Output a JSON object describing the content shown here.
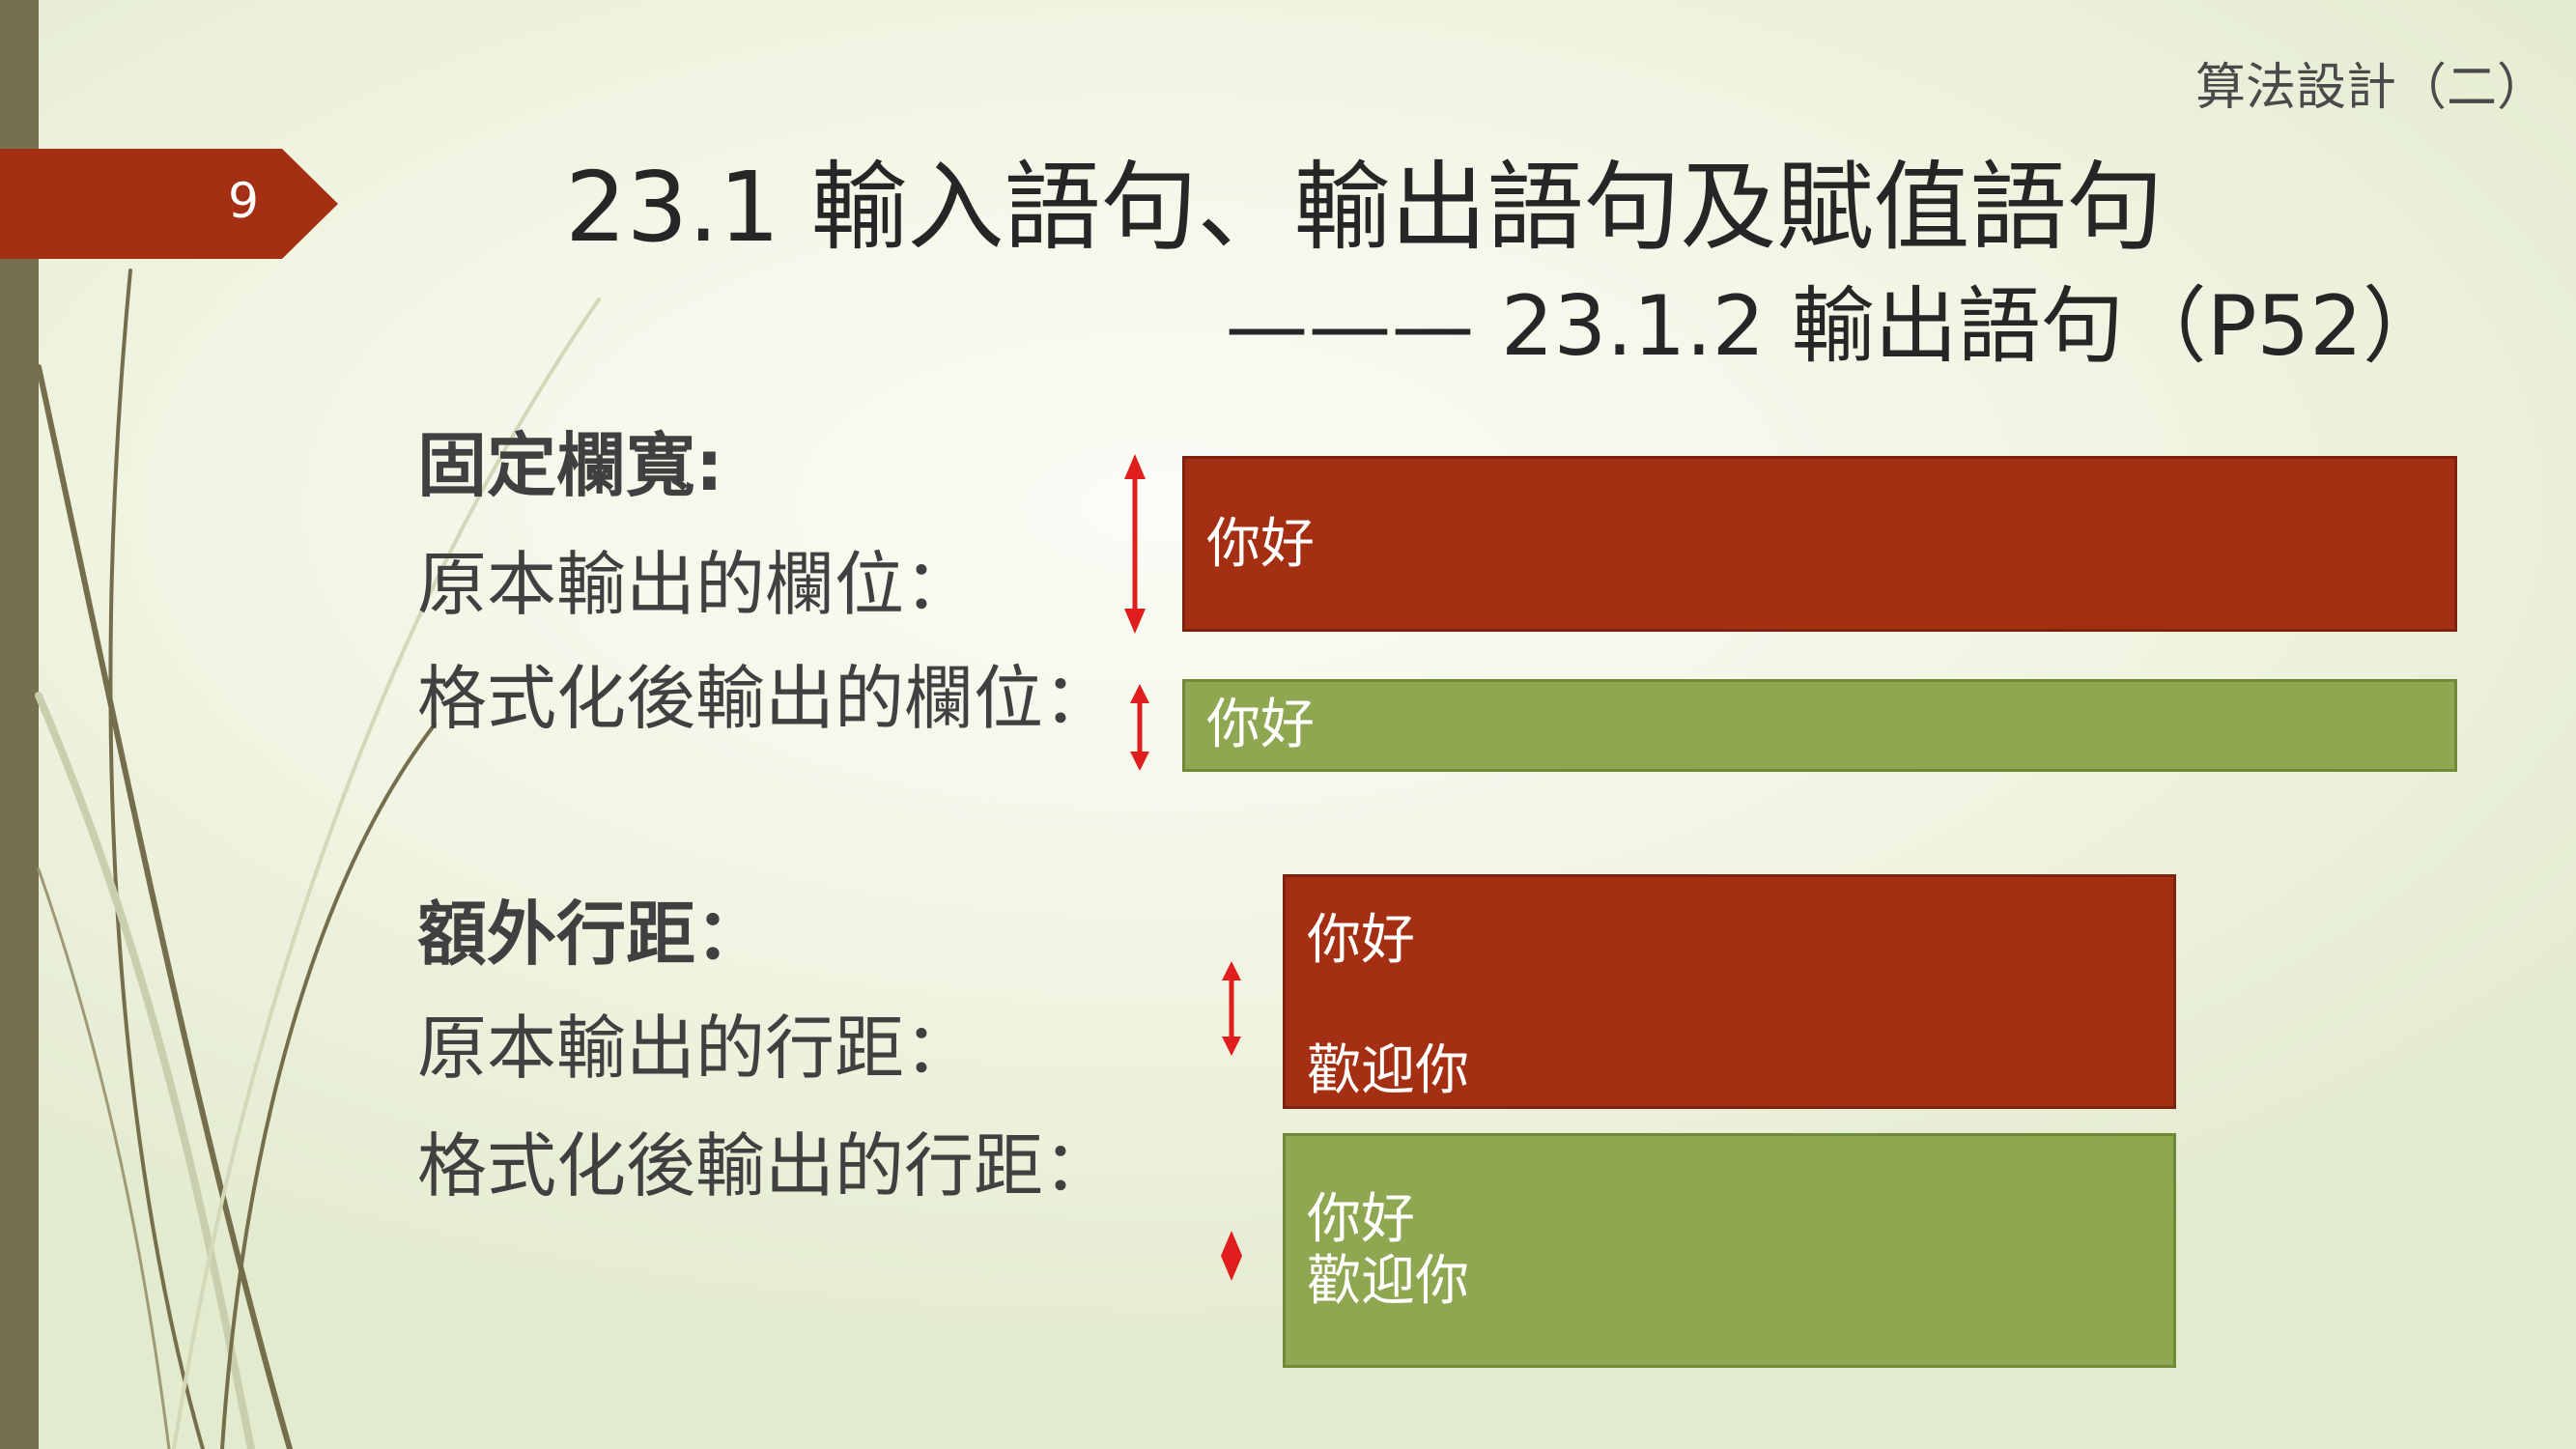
{
  "slide": {
    "number": "9",
    "course": "算法設計（二）",
    "title_line1": "23.1 輸入語句、輸出語句及賦值語句",
    "title_line2": "——— 23.1.2 輸出語句（P52）"
  },
  "fixed_width": {
    "heading": "固定欄寬:",
    "original_label": "原本輸出的欄位：",
    "formatted_label": "格式化後輸出的欄位：",
    "original_box_text": "你好",
    "formatted_box_text": "你好"
  },
  "line_spacing": {
    "heading": "額外行距：",
    "original_label": "原本輸出的行距：",
    "formatted_label": "格式化後輸出的行距：",
    "original_box_line1": "你好",
    "original_box_line2": "歡迎你",
    "formatted_box_line1": "你好",
    "formatted_box_line2": "歡迎你"
  },
  "colors": {
    "accent_red": "#a42f12",
    "accent_green": "#8fa750",
    "arrow_red": "#e01e1e",
    "side_bar": "#76704f"
  }
}
